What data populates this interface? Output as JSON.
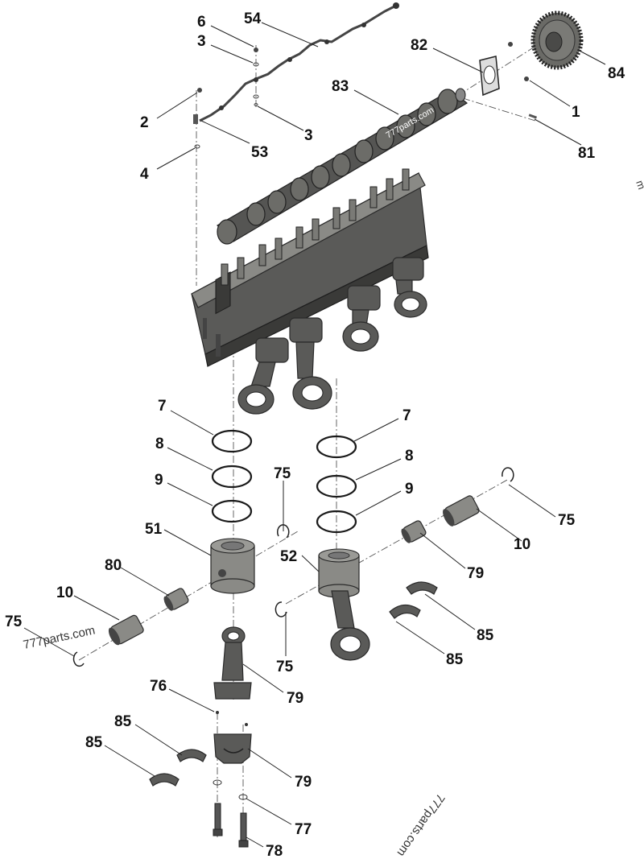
{
  "callouts": [
    {
      "id": "c6",
      "label": "6"
    },
    {
      "id": "c54",
      "label": "54"
    },
    {
      "id": "c3a",
      "label": "3"
    },
    {
      "id": "c82",
      "label": "82"
    },
    {
      "id": "c84",
      "label": "84"
    },
    {
      "id": "c83",
      "label": "83"
    },
    {
      "id": "c1",
      "label": "1"
    },
    {
      "id": "c2",
      "label": "2"
    },
    {
      "id": "c3b",
      "label": "3"
    },
    {
      "id": "c53",
      "label": "53"
    },
    {
      "id": "c81",
      "label": "81"
    },
    {
      "id": "c4",
      "label": "4"
    },
    {
      "id": "c7a",
      "label": "7"
    },
    {
      "id": "c7b",
      "label": "7"
    },
    {
      "id": "c8a",
      "label": "8"
    },
    {
      "id": "c8b",
      "label": "8"
    },
    {
      "id": "c9a",
      "label": "9"
    },
    {
      "id": "c9b",
      "label": "9"
    },
    {
      "id": "c75a",
      "label": "75"
    },
    {
      "id": "c75b",
      "label": "75"
    },
    {
      "id": "c51",
      "label": "51"
    },
    {
      "id": "c10a",
      "label": "10"
    },
    {
      "id": "c52",
      "label": "52"
    },
    {
      "id": "c79a",
      "label": "79"
    },
    {
      "id": "c80",
      "label": "80"
    },
    {
      "id": "c10b",
      "label": "10"
    },
    {
      "id": "c75c",
      "label": "75"
    },
    {
      "id": "c85a",
      "label": "85"
    },
    {
      "id": "c85b",
      "label": "85"
    },
    {
      "id": "c75d",
      "label": "75"
    },
    {
      "id": "c76",
      "label": "76"
    },
    {
      "id": "c79b",
      "label": "79"
    },
    {
      "id": "c85c",
      "label": "85"
    },
    {
      "id": "c85d",
      "label": "85"
    },
    {
      "id": "c79c",
      "label": "79"
    },
    {
      "id": "c77",
      "label": "77"
    },
    {
      "id": "c78",
      "label": "78"
    }
  ],
  "watermarks": {
    "left": "777parts.com",
    "center": "777parts.com",
    "upper_right": "777parts.com",
    "right_edge": "m"
  }
}
